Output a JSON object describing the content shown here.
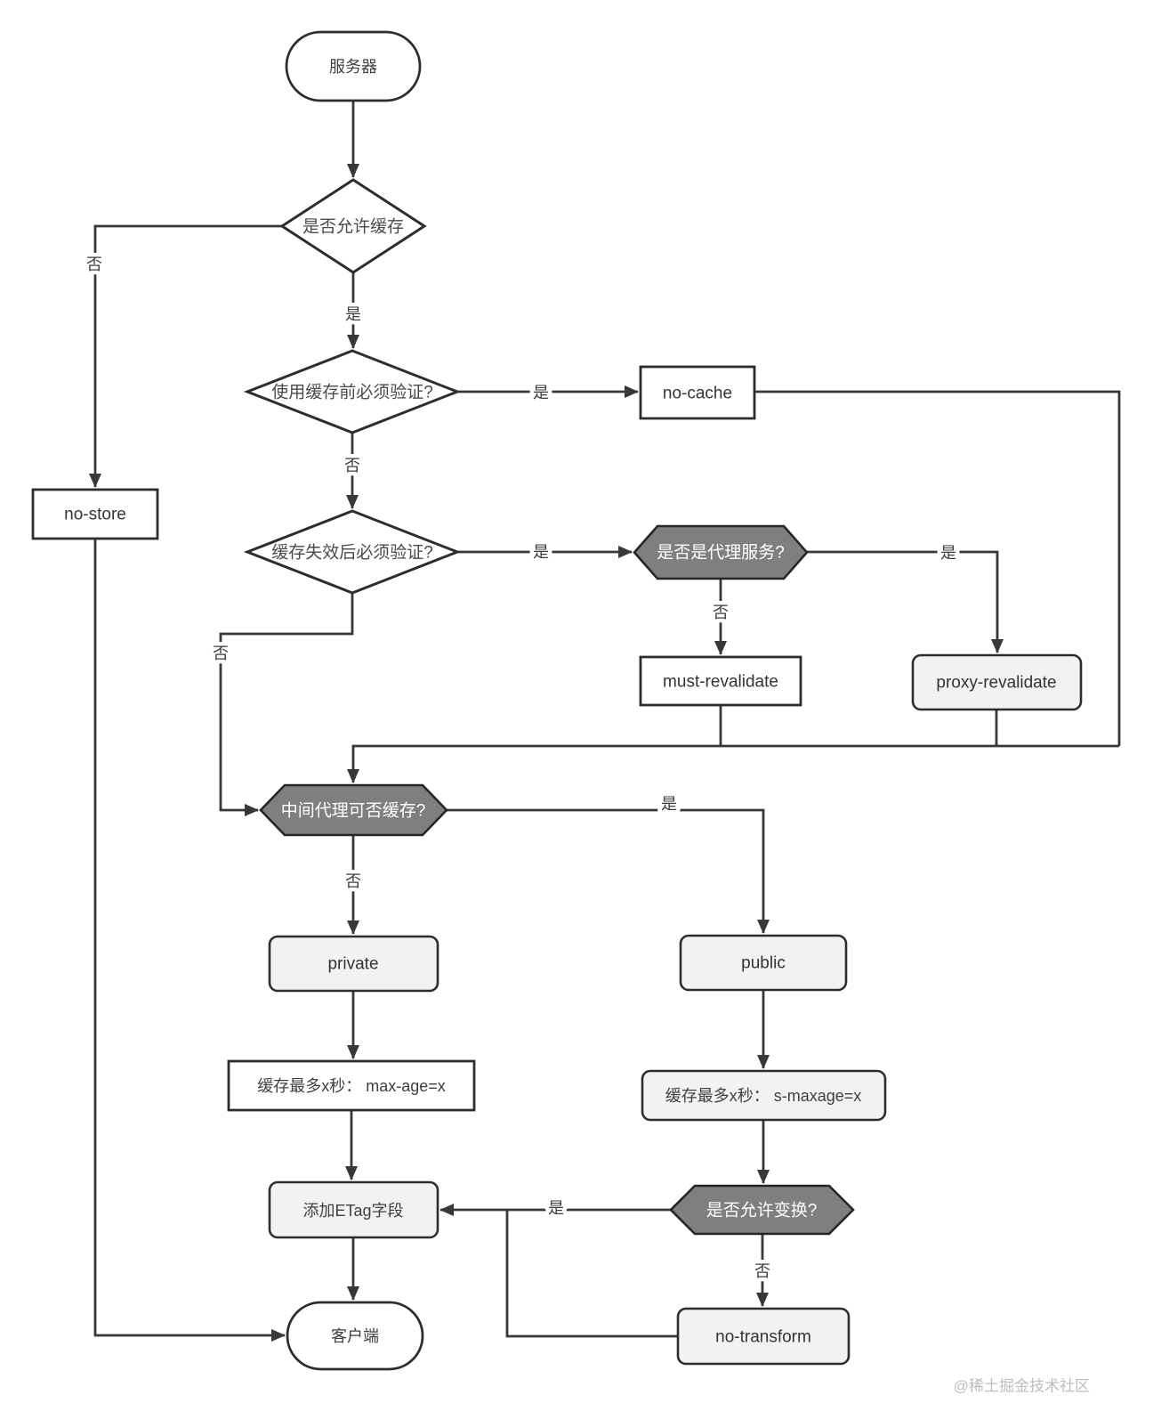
{
  "page": {
    "watermark": "@稀土掘金技术社区"
  },
  "colors": {
    "line": "#383838",
    "hexagon_fill": "#7f7f7f",
    "rounded_box_fill": "#f2f2f2",
    "plain_box_fill": "#ffffff",
    "hexagon_text": "#ffffff",
    "text": "#3f3f3f",
    "watermark": "#bdbdbd"
  },
  "nodes": {
    "server": {
      "label": "服务器"
    },
    "allow_cache": {
      "label": "是否允许缓存"
    },
    "no_store": {
      "label": "no-store"
    },
    "verify_before_use": {
      "label": "使用缓存前必须验证?"
    },
    "no_cache": {
      "label": "no-cache"
    },
    "verify_after_expire": {
      "label": "缓存失效后必须验证?"
    },
    "is_proxy_service": {
      "label": "是否是代理服务?"
    },
    "must_revalidate": {
      "label": "must-revalidate"
    },
    "proxy_revalidate": {
      "label": "proxy-revalidate"
    },
    "proxy_can_cache": {
      "label": "中间代理可否缓存?"
    },
    "private_box": {
      "label": "private"
    },
    "public_box": {
      "label": "public"
    },
    "max_age": {
      "label": "缓存最多x秒： max-age=x"
    },
    "s_maxage": {
      "label": "缓存最多x秒： s-maxage=x"
    },
    "allow_transform": {
      "label": "是否允许变换?"
    },
    "add_etag": {
      "label": "添加ETag字段"
    },
    "no_transform": {
      "label": "no-transform"
    },
    "client": {
      "label": "客户端"
    }
  },
  "edge_labels": {
    "allow_cache_no": "否",
    "allow_cache_yes": "是",
    "verify_before_yes": "是",
    "verify_before_no": "否",
    "verify_after_yes": "是",
    "verify_after_no": "否",
    "is_proxy_no": "否",
    "is_proxy_yes": "是",
    "proxy_can_cache_no": "否",
    "proxy_can_cache_yes": "是",
    "allow_transform_yes": "是",
    "allow_transform_no": "否"
  }
}
